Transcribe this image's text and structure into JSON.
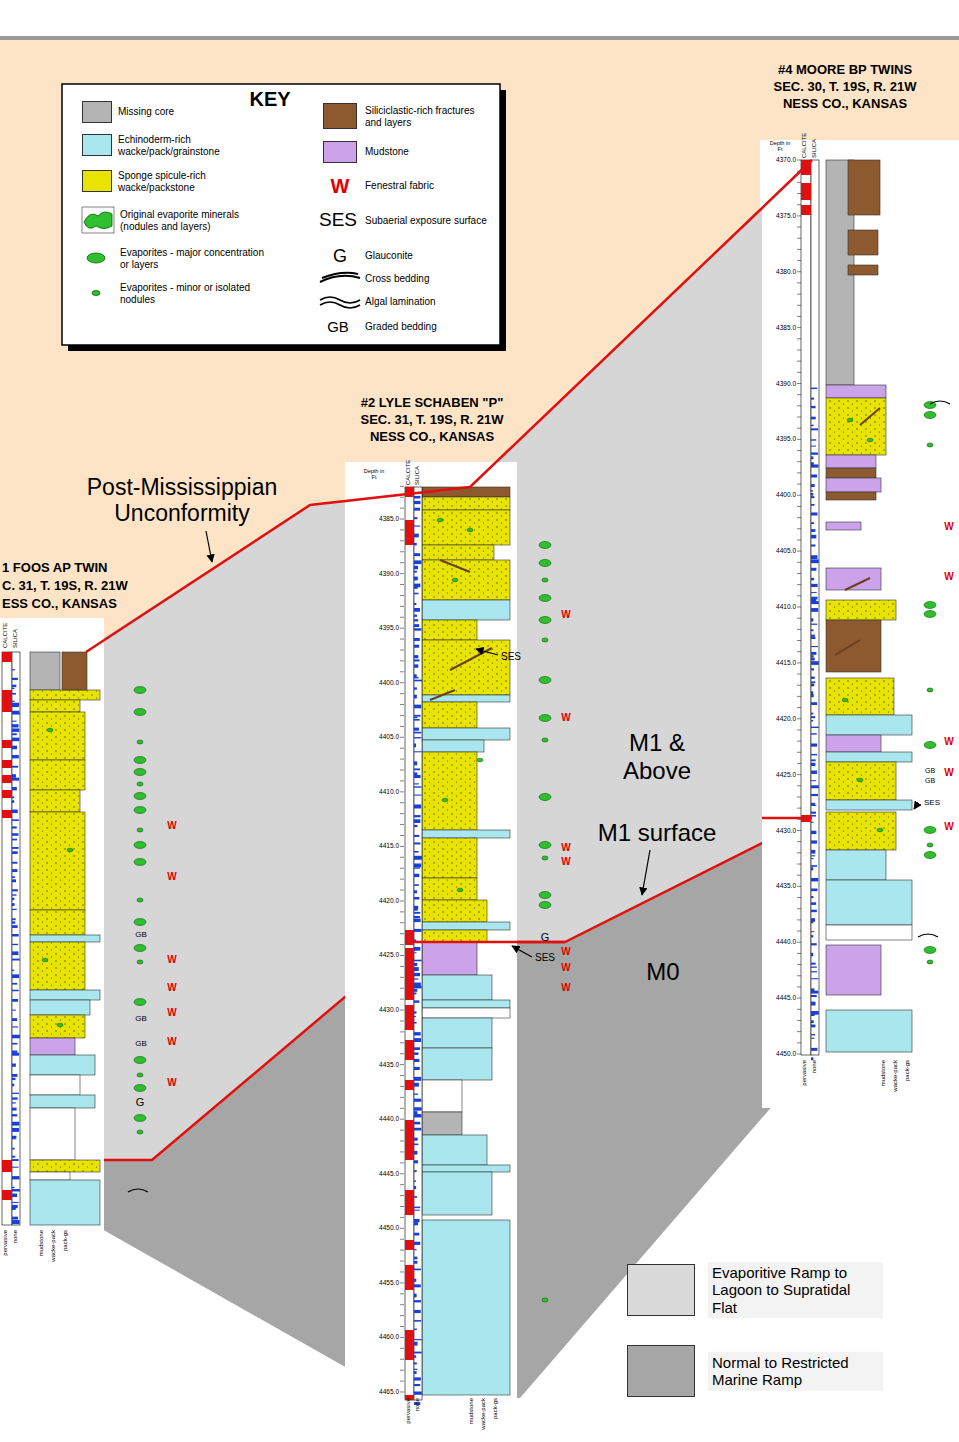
{
  "diagram": {
    "labels": [
      "KEY",
      "W",
      "SES",
      "G",
      "GB",
      "#4 MOORE BP TWINS",
      "SEC. 30, T. 19S, R. 21W",
      "NESS CO., KANSAS",
      "#2 LYLE SCHABEN \"P\"",
      "SEC. 31, T. 19S, R. 21W",
      "NESS CO., KANSAS",
      "1 FOOS AP TWIN",
      "C. 31, T. 19S, R. 21W",
      "ESS CO., KANSAS",
      "Post-Mississippian Unconformity",
      "M1 & Above",
      "M1 surface",
      "M0",
      "Depth in Ft",
      "CALCITE",
      "SILICA",
      "Depth in Ft",
      "CALCITE",
      "SILICA",
      "CALCITE",
      "SILICA",
      "pervasive",
      "none",
      "mudstone",
      "wacke-pack",
      "pack-gs",
      "pervasive",
      "none",
      "mudstone",
      "wacke-pack",
      "pack-gs",
      "pervasive",
      "none",
      "mudstone",
      "wacke-pack",
      "pack-gs",
      "4385.0",
      "4390.0",
      "4395.0",
      "4400.0",
      "4405.0",
      "4410.0",
      "4415.0",
      "4420.0",
      "4425.0",
      "4430.0",
      "4435.0",
      "4440.0",
      "4445.0",
      "4450.0",
      "4455.0",
      "4460.0",
      "4465.0",
      "4370.0",
      "4375.0",
      "4380.0",
      "4385.0",
      "4390.0",
      "4395.0",
      "4400.0",
      "4405.0",
      "4410.0",
      "4415.0",
      "4420.0",
      "4425.0",
      "4430.0",
      "4435.0",
      "4440.0",
      "4445.0",
      "4450.0",
      "W",
      "W",
      "W",
      "W",
      "W",
      "W",
      "W",
      "W",
      "W",
      "W",
      "W",
      "W",
      "W",
      "W",
      "W",
      "W",
      "W",
      "W",
      "W",
      "SES",
      "SES",
      "SES",
      "GB",
      "GB",
      "GB",
      "G",
      "G",
      "GB",
      "GB"
    ],
    "legend": [
      {
        "text": "Missing core",
        "color": "#b4b4b4"
      },
      {
        "text": "Echinoderm-rich wacke/pack/grainstone",
        "color": "#a9e6ee"
      },
      {
        "text": "Sponge spicule-rich wacke/packstone",
        "color": "#e8e400"
      },
      {
        "text": "Original evaporite minerals (nodules and layers)"
      },
      {
        "text": "Evaporites - major concentration or layers"
      },
      {
        "text": "Evaporites - minor or isolated nodules"
      },
      {
        "text": "Siliciclastic-rich fractures and layers",
        "color": "#8c5a2e"
      },
      {
        "text": "Mudstone",
        "color": "#cca3ea"
      },
      {
        "text": "Fenestral fabric"
      },
      {
        "text": "Subaerial exposure surface"
      },
      {
        "text": "Glauconite"
      },
      {
        "text": "Cross bedding"
      },
      {
        "text": "Algal lamination"
      },
      {
        "text": "Graded bedding"
      },
      {
        "text": "Evaporitive Ramp to Lagoon to Supratidal Flat",
        "color": "#d9d9d9"
      },
      {
        "text": "Normal to Restricted Marine Ramp",
        "color": "#a6a6a6"
      }
    ]
  }
}
